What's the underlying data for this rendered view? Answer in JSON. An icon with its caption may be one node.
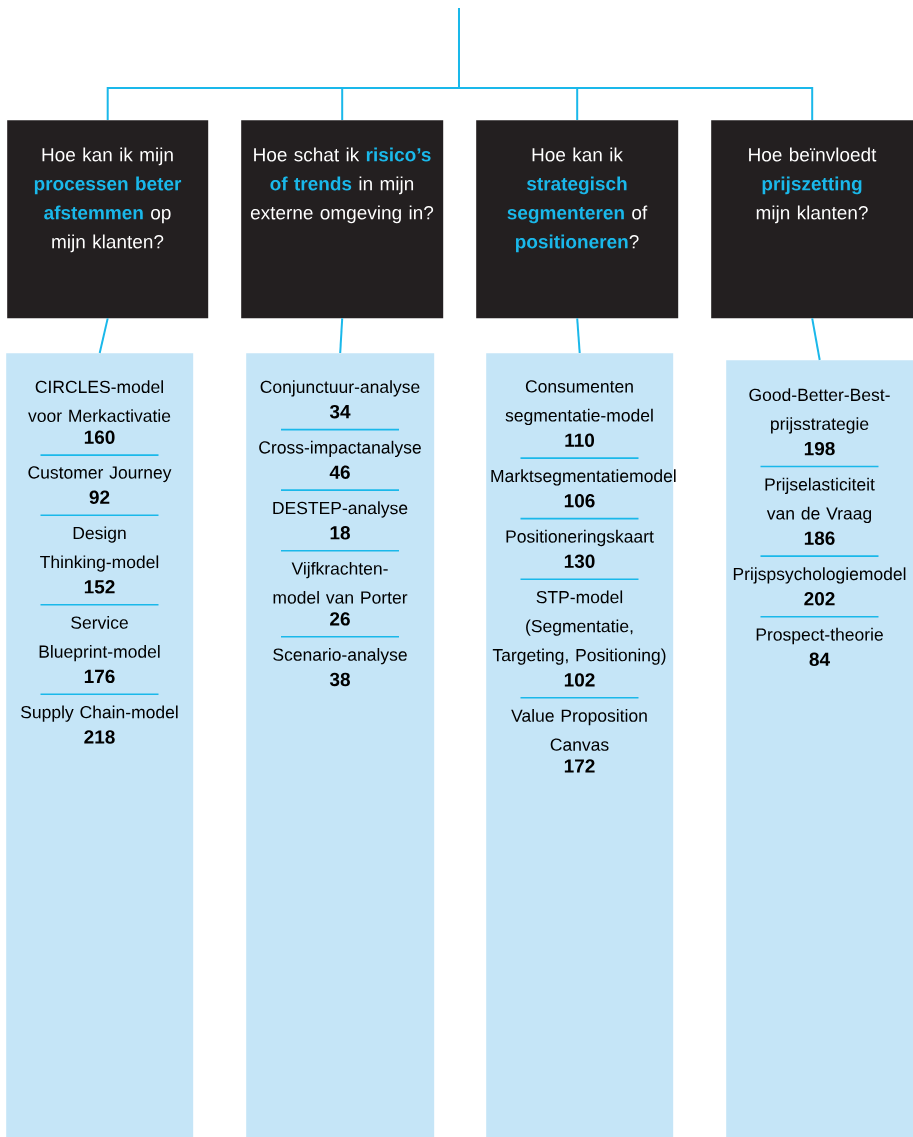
{
  "diagram": {
    "nodes": [
      {
        "text": [
          "Hoe kan ik mijn **processen beter afstemmen** op mijn klanten?"
        ]
      },
      {
        "text": [
          "Hoe schat ik **risico’s of trends** in mijn externe omgeving in?"
        ]
      },
      {
        "text": [
          "Hoe kan ik **strategisch segmenteren** of **positioneren**?"
        ]
      },
      {
        "text": [
          "Hoe beïnvloedt **prijszetting** mijn klanten?"
        ]
      },
      {
        "text": [
          "CIRCLES-model voor Merkactivatie",
          "160",
          "Customer Journey",
          "92",
          "Design Thinking-model",
          "152",
          "Service Blueprint-model",
          "176",
          "Supply Chain-model",
          "218"
        ]
      },
      {
        "text": [
          "Conjunctuur-analyse",
          "34",
          "Cross-impactanalyse",
          "46",
          "DESTEP-analyse",
          "18",
          "Vijfkrachten-model van Porter",
          "26",
          "Scenario-analyse",
          "38"
        ]
      },
      {
        "text": [
          "Consumenten segmentatie-model",
          "110",
          "Marktsegmentatiemodel",
          "106",
          "Positioneringskaart",
          "130",
          "STP-model (Segmentatie, Targeting, Positioning)",
          "102",
          "Value Proposition Canvas",
          "172"
        ]
      },
      {
        "text": [
          "Good-Better-Best-prijsstrategie",
          "198",
          "Prijselasticiteit van de Vraag",
          "186",
          "Prijspsychologiemodel",
          "202",
          "Prospect-theorie",
          "84"
        ]
      }
    ],
    "edges": [
      {
        "from": null,
        "to": 0,
        "arrow": "none"
      },
      {
        "from": null,
        "to": 1,
        "arrow": "none"
      },
      {
        "from": null,
        "to": 2,
        "arrow": "none"
      },
      {
        "from": null,
        "to": 3,
        "arrow": "none"
      },
      {
        "from": 0,
        "to": 4,
        "arrow": "none"
      },
      {
        "from": 1,
        "to": 5,
        "arrow": "none"
      },
      {
        "from": 2,
        "to": 6,
        "arrow": "none"
      },
      {
        "from": 3,
        "to": 7,
        "arrow": "none"
      }
    ]
  }
}
